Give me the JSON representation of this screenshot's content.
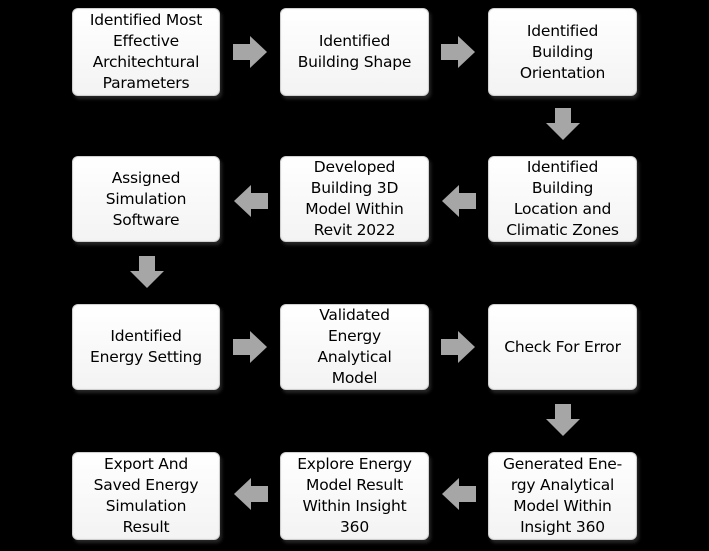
{
  "colors": {
    "background": "#000000",
    "box_fill": "#ffffff",
    "box_border": "#d0d0d0",
    "arrow": "#a6a6a6",
    "text": "#000000"
  },
  "steps": [
    {
      "label": "Identified Most\nEffective\nArchitechtural\nParameters"
    },
    {
      "label": "Identified\nBuilding Shape"
    },
    {
      "label": "Identified\nBuilding\nOrientation"
    },
    {
      "label": "Identified\nBuilding\nLocation and\nClimatic Zones"
    },
    {
      "label": "Developed\nBuilding 3D\nModel Within\nRevit 2022"
    },
    {
      "label": "Assigned\nSimulation\nSoftware"
    },
    {
      "label": "Identified\nEnergy Setting"
    },
    {
      "label": "Validated\nEnergy\nAnalytical\nModel"
    },
    {
      "label": "Check For Error"
    },
    {
      "label": "Generated Ene-\nrgy Analytical\nModel Within\nInsight 360"
    },
    {
      "label": "Explore Energy\nModel Result\nWithin Insight\n360"
    },
    {
      "label": "Export And\nSaved Energy\nSimulation\nResult"
    }
  ]
}
